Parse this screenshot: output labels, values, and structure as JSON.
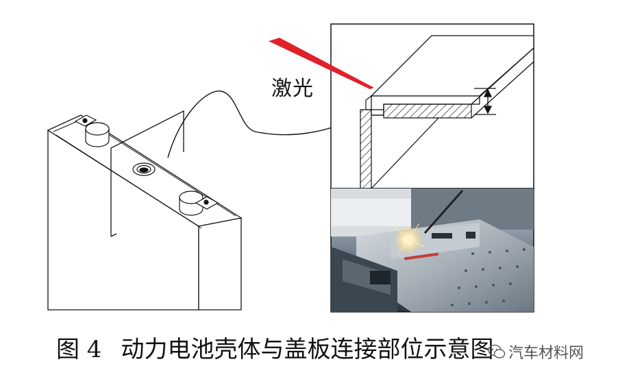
{
  "labels": {
    "laser": "激光"
  },
  "caption": {
    "figure_number": "图 4",
    "text": "动力电池壳体与盖板连接部位示意图"
  },
  "watermark": {
    "text": "汽车材料网",
    "icon": "wechat-icon"
  },
  "colors": {
    "laser_beam": "#e0202a",
    "line_art": "#111111",
    "photo_background": "#3a4a56",
    "spark": "#ffd27a"
  }
}
